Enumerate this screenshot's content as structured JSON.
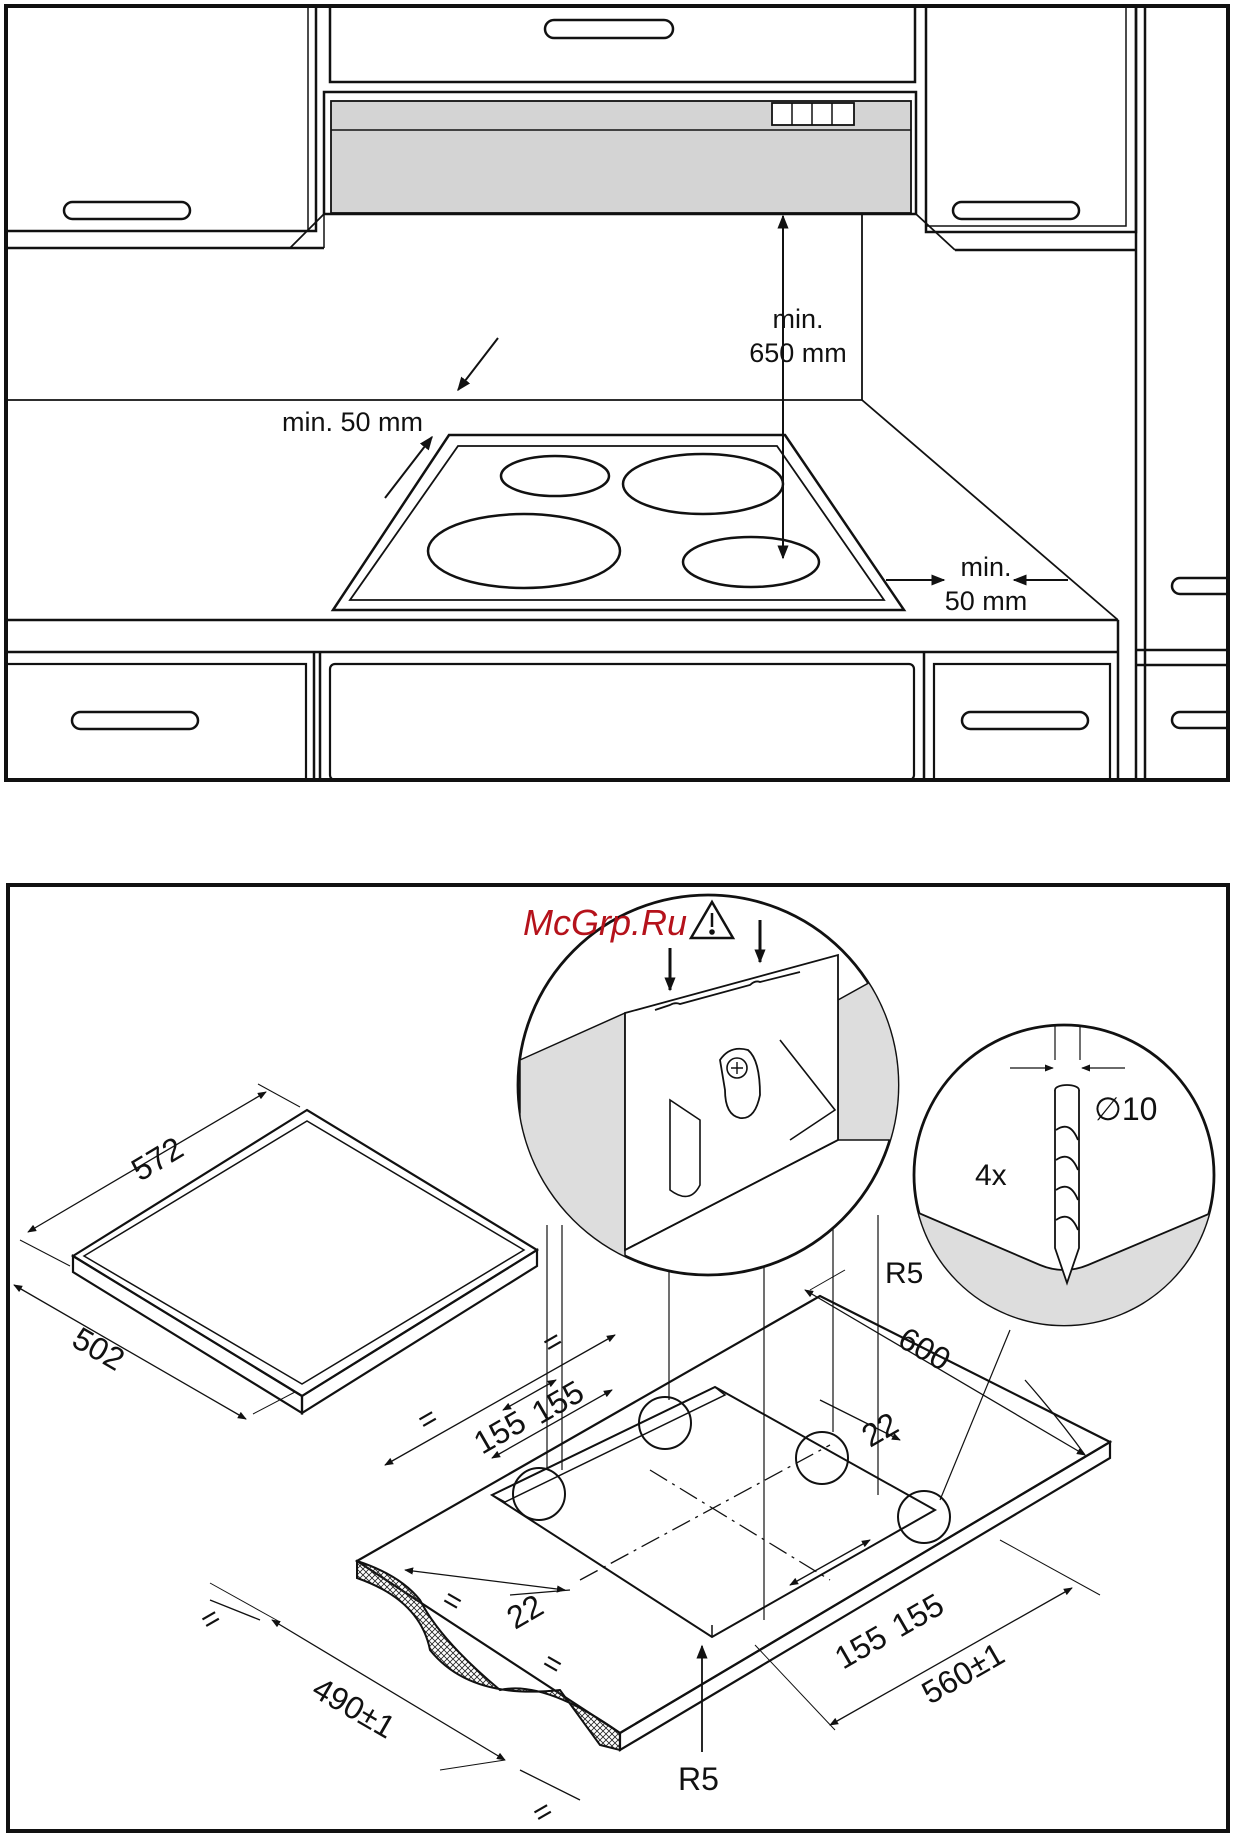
{
  "colors": {
    "line": "#111111",
    "hood": "#d4d4d4",
    "hood_strip": "#e6e6e6",
    "grey_fill": "#dddddd",
    "watermark": "#b5121b",
    "background": "#ffffff"
  },
  "icons": {
    "warning": "warning-triangle-icon",
    "screw": "screw-icon"
  },
  "top_panel": {
    "hood_height_top": "min.",
    "hood_height_bottom": "650 mm",
    "rear_clearance": "min. 50 mm",
    "side_clearance_top": "min.",
    "side_clearance_bottom": "50 mm"
  },
  "bottom_panel": {
    "watermark": "McGrp.Ru",
    "hob_width": "572",
    "hob_depth": "502",
    "worktop_width": "600",
    "cutout_width": "560±1",
    "cutout_depth": "490±1",
    "corner_radius_inset": "R5",
    "corner_radius_bottom": "R5",
    "edge_offset_right": "22",
    "edge_offset_left": "22",
    "spacing_1": "155",
    "spacing_2": "155",
    "spacing_3": "155",
    "spacing_4": "155",
    "equal_1": "=",
    "equal_2": "=",
    "equal_3": "=",
    "equal_4": "=",
    "equal_5": "=",
    "equal_6": "=",
    "drill_diameter": "∅10",
    "drill_quantity": "4x"
  }
}
